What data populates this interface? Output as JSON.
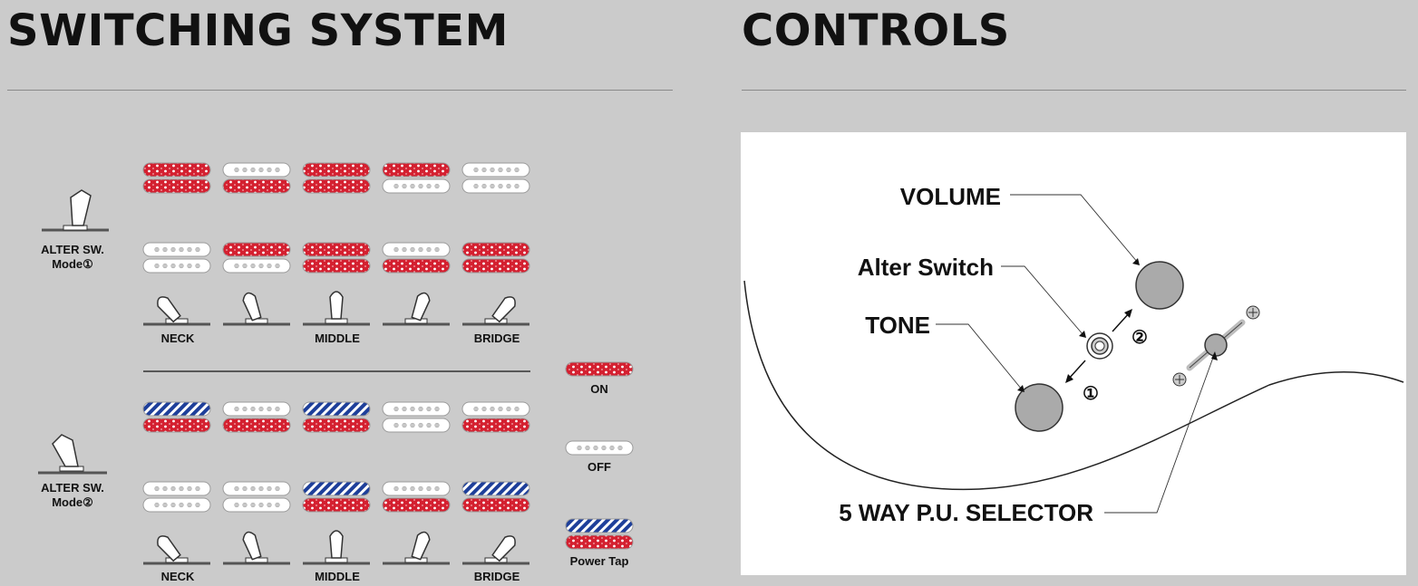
{
  "switching": {
    "title": "SWITCHING SYSTEM",
    "alter_mode1_line1": "ALTER SW.",
    "alter_mode1_line2": "Mode①",
    "alter_mode2_line1": "ALTER SW.",
    "alter_mode2_line2": "Mode②",
    "positions": [
      "NECK",
      "MIDDLE",
      "BRIDGE"
    ],
    "mode1_rows": [
      [
        [
          "on",
          "on"
        ],
        [
          "off",
          "on"
        ],
        [
          "on",
          "on"
        ],
        [
          "on",
          "off"
        ],
        [
          "off",
          "off"
        ]
      ],
      [
        [
          "off",
          "off"
        ],
        [
          "on",
          "off"
        ],
        [
          "on",
          "on"
        ],
        [
          "off",
          "on"
        ],
        [
          "on",
          "on"
        ]
      ]
    ],
    "mode2_rows": [
      [
        [
          "tap",
          "on"
        ],
        [
          "off",
          "on"
        ],
        [
          "tap",
          "on"
        ],
        [
          "off",
          "off"
        ],
        [
          "off",
          "on"
        ]
      ],
      [
        [
          "off",
          "off"
        ],
        [
          "off",
          "off"
        ],
        [
          "tap",
          "on"
        ],
        [
          "off",
          "on"
        ],
        [
          "tap",
          "on"
        ]
      ]
    ],
    "legend": {
      "on": "ON",
      "off": "OFF",
      "tap": "Power Tap"
    },
    "colors": {
      "on": "#d42030",
      "tap": "#1e3f9a",
      "off": "#ffffff"
    }
  },
  "controls": {
    "title": "CONTROLS",
    "volume": "VOLUME",
    "alter_switch": "Alter Switch",
    "tone": "TONE",
    "selector": "5 WAY P.U. SELECTOR",
    "arrow1": "①",
    "arrow2": "②"
  }
}
